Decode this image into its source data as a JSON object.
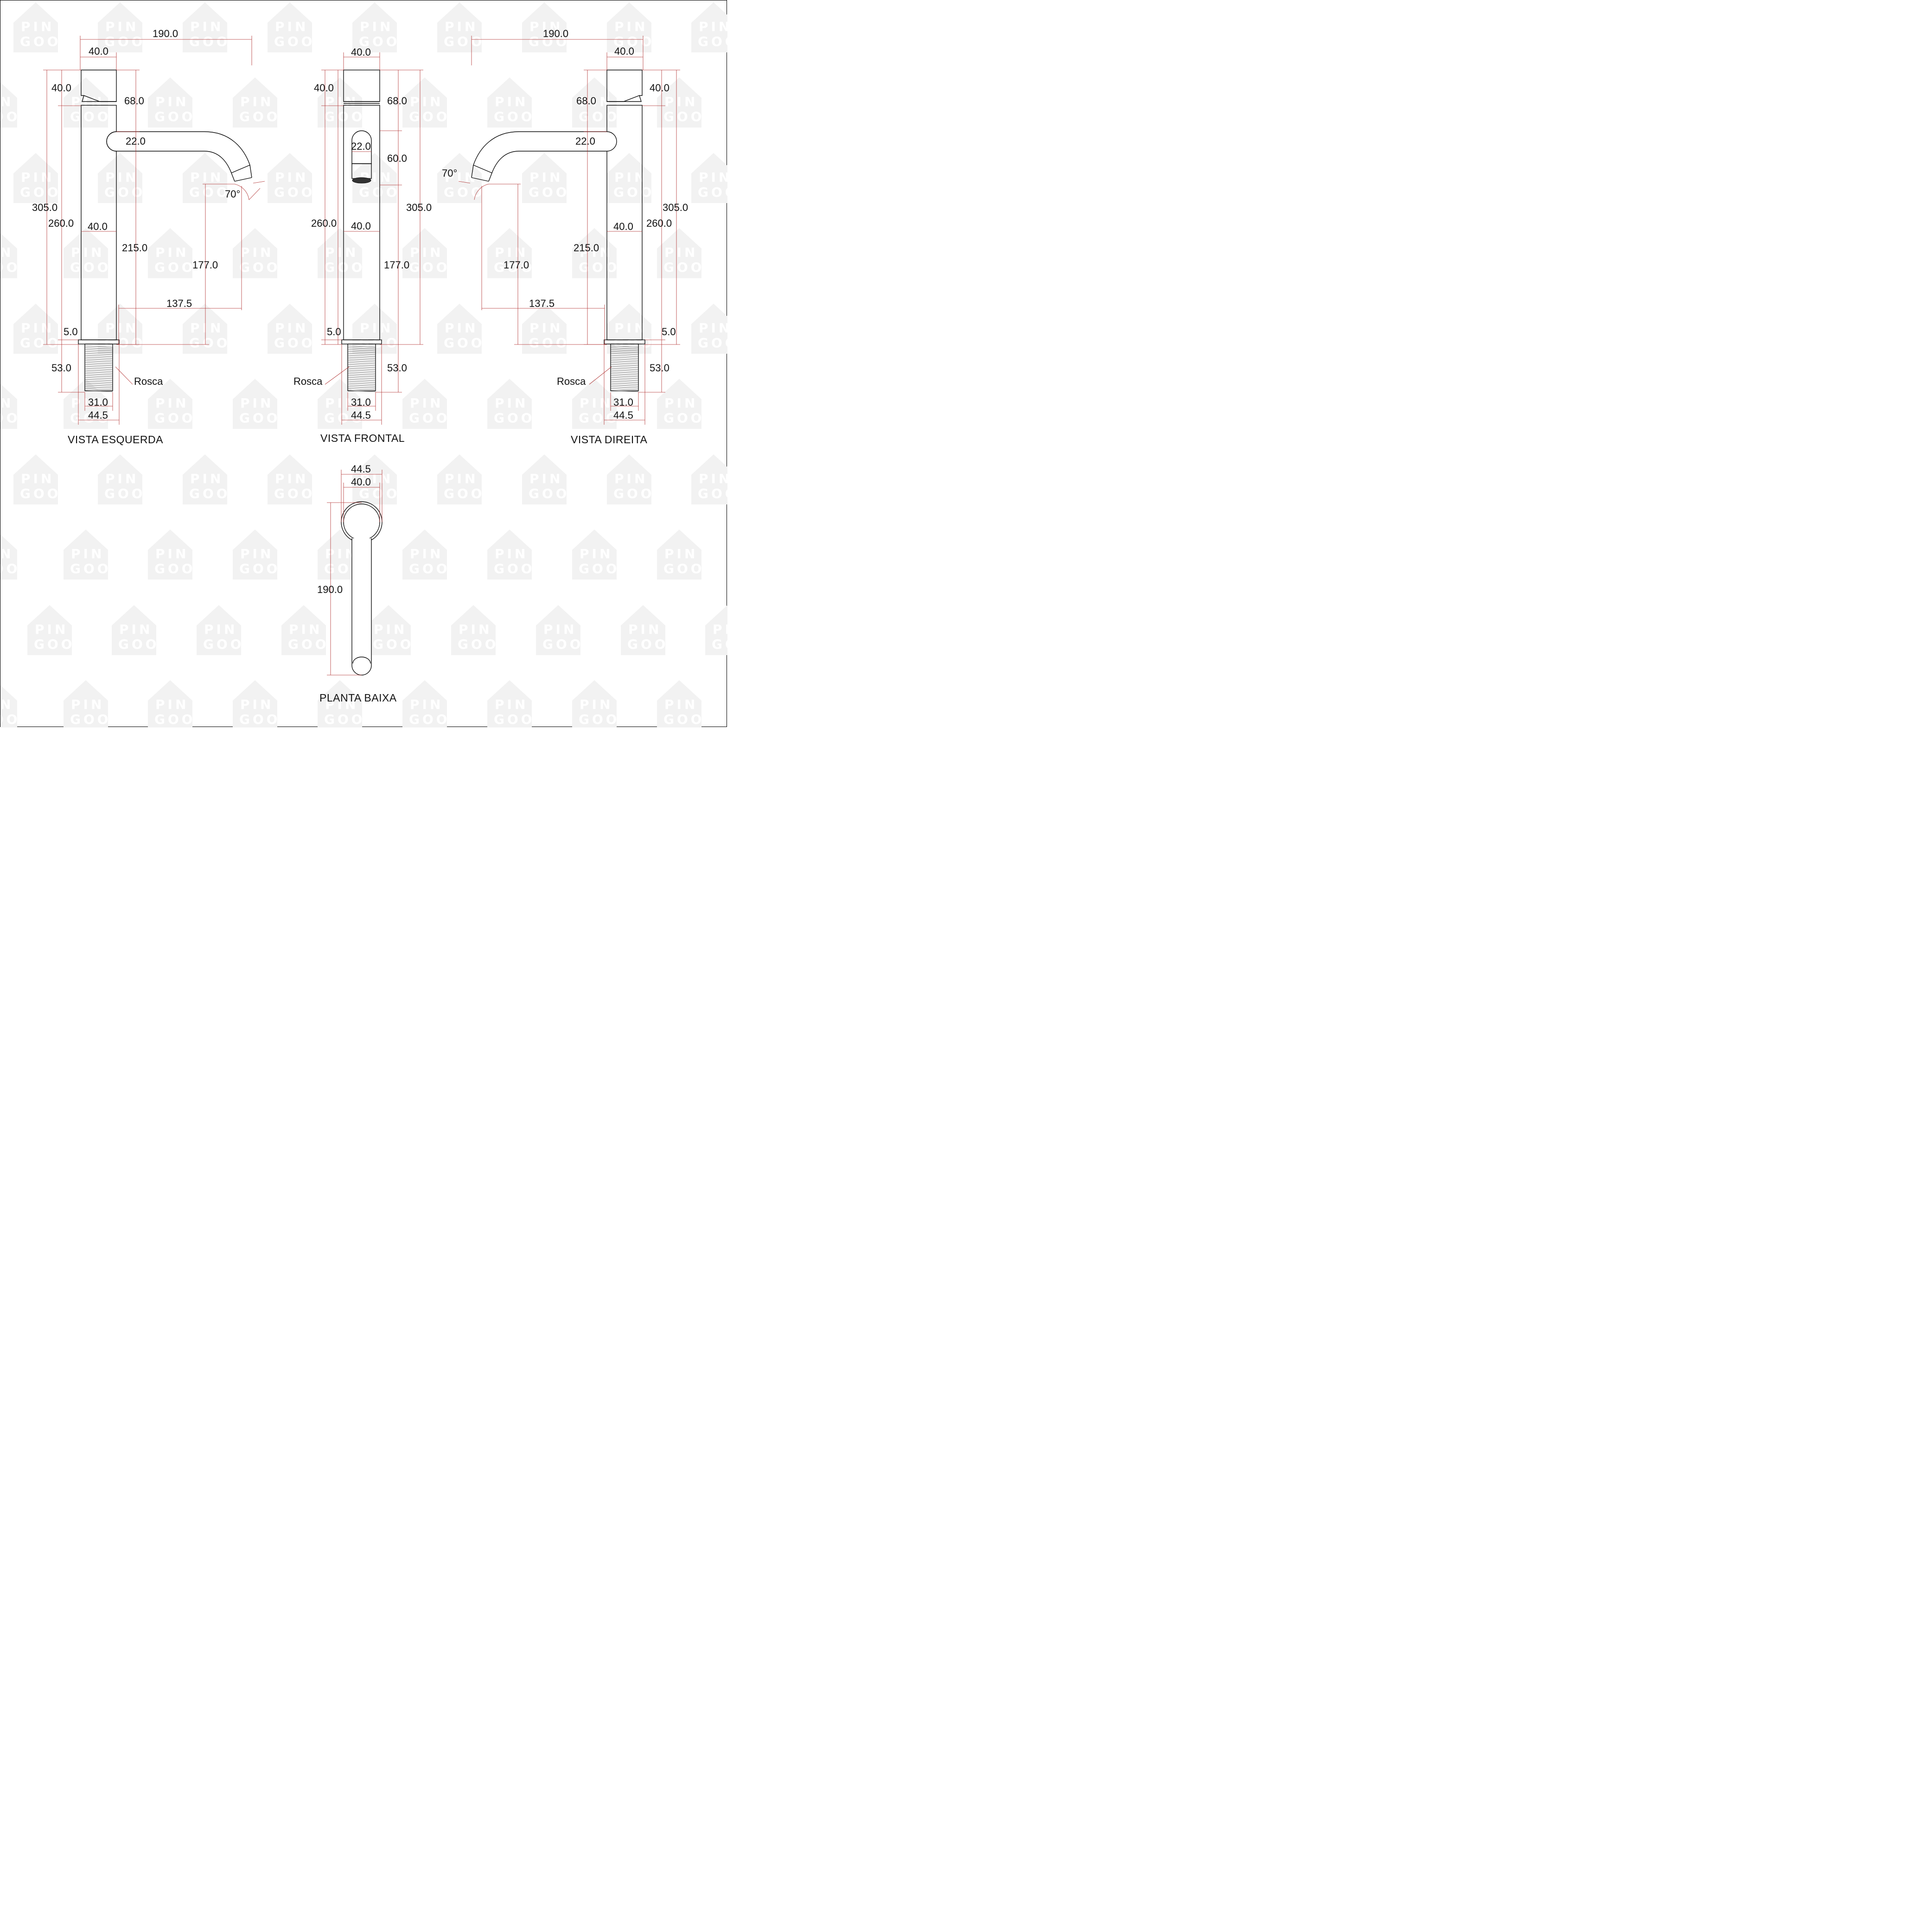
{
  "watermark": {
    "line1": "PIN",
    "line2": "GOO"
  },
  "views": {
    "left": {
      "title": "VISTA ESQUERDA",
      "dims": {
        "overall_width": "190.0",
        "top_width": "40.0",
        "handle_height": "40.0",
        "handle_to_spout": "68.0",
        "spout_dia": "22.0",
        "total_height": "305.0",
        "body_height": "260.0",
        "body_width": "40.0",
        "spout_height": "215.0",
        "outlet_height": "177.0",
        "reach": "137.5",
        "flange": "5.0",
        "thread_length": "53.0",
        "thread_dia": "31.0",
        "flange_dia": "44.5",
        "angle": "70°",
        "thread_label": "Rosca"
      }
    },
    "front": {
      "title": "VISTA FRONTAL",
      "dims": {
        "top_width": "40.0",
        "handle_height": "40.0",
        "handle_to_spout": "68.0",
        "spout_dia": "22.0",
        "spout_drop": "60.0",
        "total_height": "305.0",
        "body_height": "260.0",
        "body_width": "40.0",
        "outlet_height": "177.0",
        "flange": "5.0",
        "thread_length": "53.0",
        "thread_dia": "31.0",
        "flange_dia": "44.5",
        "thread_label": "Rosca"
      }
    },
    "right": {
      "title": "VISTA DIREITA",
      "dims": {
        "overall_width": "190.0",
        "top_width": "40.0",
        "handle_height": "40.0",
        "handle_to_spout": "68.0",
        "spout_dia": "22.0",
        "total_height": "305.0",
        "body_height": "260.0",
        "body_width": "40.0",
        "spout_height": "215.0",
        "outlet_height": "177.0",
        "reach": "137.5",
        "flange": "5.0",
        "thread_length": "53.0",
        "thread_dia": "31.0",
        "flange_dia": "44.5",
        "angle": "70°",
        "thread_label": "Rosca"
      }
    },
    "plan": {
      "title": "PLANTA BAIXA",
      "dims": {
        "flange_dia": "44.5",
        "body_dia": "40.0",
        "length": "190.0"
      }
    }
  }
}
